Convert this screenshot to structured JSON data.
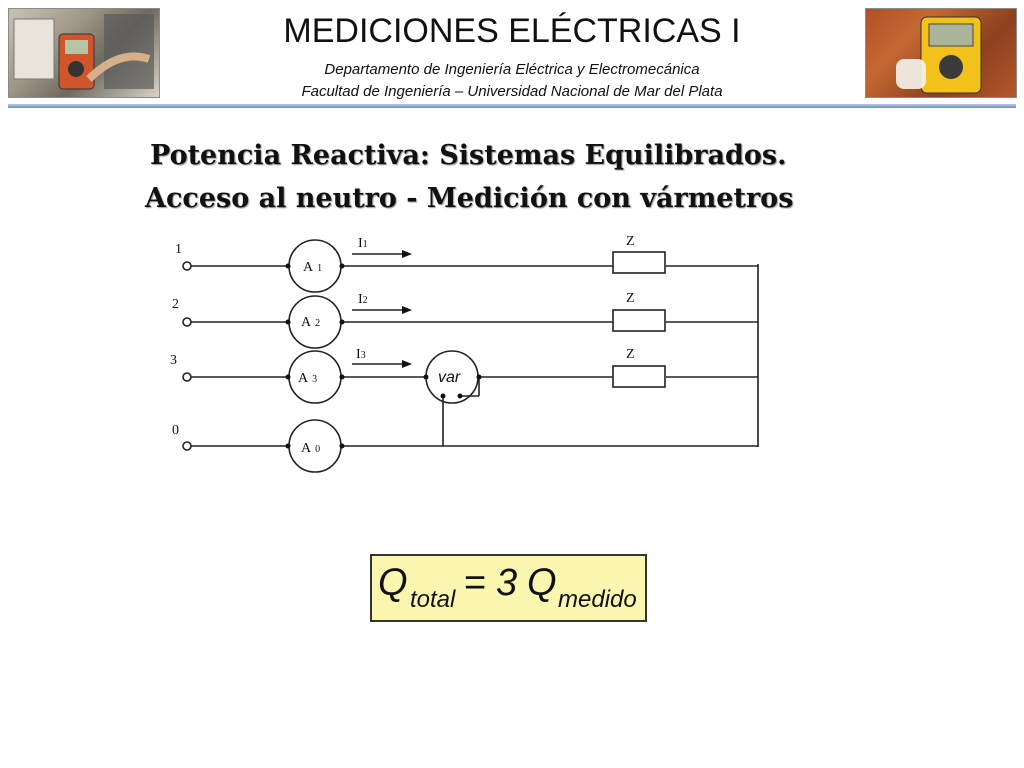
{
  "header": {
    "title": "MEDICIONES ELÉCTRICAS I",
    "subtitle_1": "Departamento de Ingeniería Eléctrica y Electromecánica",
    "subtitle_2": "Facultad de Ingeniería – Universidad Nacional de Mar del Plata"
  },
  "heading": {
    "line_1": "Potencia Reactiva: Sistemas  Equilibrados.",
    "line_2": "Acceso al neutro - Medición con vármetros"
  },
  "circuit": {
    "terminals": [
      "1",
      "2",
      "3",
      "0"
    ],
    "ammeters": [
      {
        "letter": "A",
        "sub": "1"
      },
      {
        "letter": "A",
        "sub": "2"
      },
      {
        "letter": "A",
        "sub": "3"
      },
      {
        "letter": "A",
        "sub": "0"
      }
    ],
    "currents": [
      {
        "letter": "I",
        "sub": "1"
      },
      {
        "letter": "I",
        "sub": "2"
      },
      {
        "letter": "I",
        "sub": "3"
      }
    ],
    "impedances": [
      "Z",
      "Z",
      "Z"
    ],
    "varmeter_label": "var"
  },
  "formula": {
    "lhs": "Q",
    "lhs_sub": "total",
    "equals": "=",
    "coef": "3",
    "rhs": "Q",
    "rhs_sub": "medido"
  },
  "colors": {
    "header_rule": "#6d8fc4",
    "formula_bg": "#fbf7b0"
  }
}
